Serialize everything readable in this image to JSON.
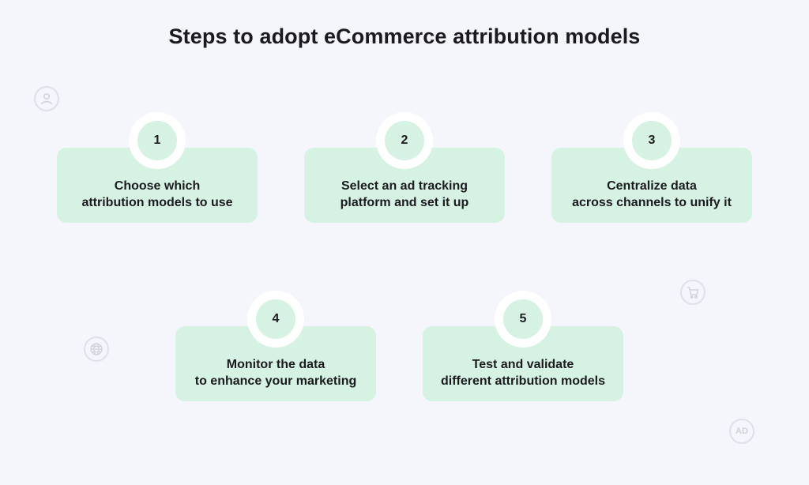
{
  "title": "Steps to adopt eCommerce attribution models",
  "steps": [
    {
      "number": "1",
      "line1": "Choose which",
      "line2": "attribution models to use"
    },
    {
      "number": "2",
      "line1": "Select an ad tracking",
      "line2": "platform and set it up"
    },
    {
      "number": "3",
      "line1": "Centralize data",
      "line2": "across channels to unify it"
    },
    {
      "number": "4",
      "line1": "Monitor the data",
      "line2": "to enhance your marketing"
    },
    {
      "number": "5",
      "line1": "Test and validate",
      "line2": "different attribution models"
    }
  ],
  "decorations": {
    "icons": [
      "user-icon",
      "globe-icon",
      "cart-icon",
      "ad-icon"
    ],
    "ad_label": "AD"
  },
  "colors": {
    "background": "#f5f6fb",
    "card": "#d5f2e3",
    "text": "#1b1b1f",
    "icon": "#dfe0e8"
  }
}
